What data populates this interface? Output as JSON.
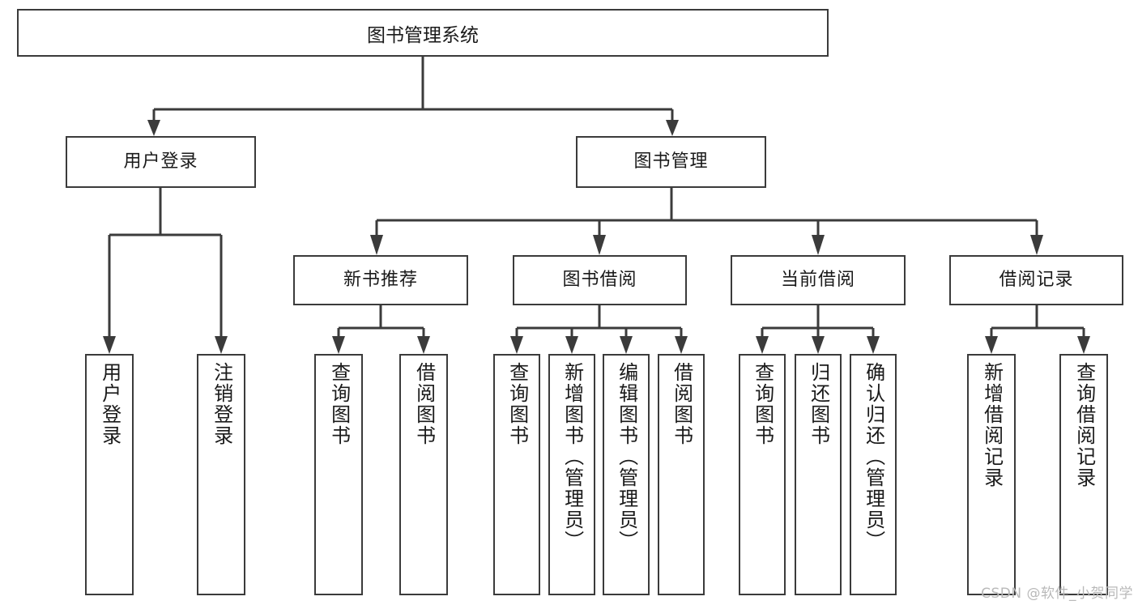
{
  "diagram": {
    "type": "tree-hierarchy-diagram",
    "title": "图书管理系统",
    "root": {
      "id": "root",
      "label": "图书管理系统"
    },
    "level2": [
      {
        "id": "user-login",
        "label": "用户登录"
      },
      {
        "id": "book-management",
        "label": "图书管理"
      }
    ],
    "level3": [
      {
        "id": "new-book-recommend",
        "label": "新书推荐",
        "parent": "book-management"
      },
      {
        "id": "book-borrow",
        "label": "图书借阅",
        "parent": "book-management"
      },
      {
        "id": "current-borrow",
        "label": "当前借阅",
        "parent": "book-management"
      },
      {
        "id": "borrow-record",
        "label": "借阅记录",
        "parent": "book-management"
      }
    ],
    "leaves": {
      "user-login": [
        {
          "id": "leaf-user-login",
          "label": "用户登录"
        },
        {
          "id": "leaf-user-logout",
          "label": "注销登录"
        }
      ],
      "new-book-recommend": [
        {
          "id": "leaf-query-book-1",
          "label": "查询图书"
        },
        {
          "id": "leaf-borrow-book-1",
          "label": "借阅图书"
        }
      ],
      "book-borrow": [
        {
          "id": "leaf-query-book-2",
          "label": "查询图书"
        },
        {
          "id": "leaf-add-book-admin",
          "label": "新增图书（管理员）"
        },
        {
          "id": "leaf-edit-book-admin",
          "label": "编辑图书（管理员）"
        },
        {
          "id": "leaf-borrow-book-2",
          "label": "借阅图书"
        }
      ],
      "current-borrow": [
        {
          "id": "leaf-query-book-3",
          "label": "查询图书"
        },
        {
          "id": "leaf-return-book",
          "label": "归还图书"
        },
        {
          "id": "leaf-confirm-return-admin",
          "label": "确认归还（管理员）"
        }
      ],
      "borrow-record": [
        {
          "id": "leaf-add-borrow-record",
          "label": "新增借阅记录"
        },
        {
          "id": "leaf-query-borrow-record",
          "label": "查询借阅记录"
        }
      ]
    }
  },
  "watermark": {
    "text": "CSDN @软件_小贺同学"
  },
  "colors": {
    "stroke": "#3b3b3b",
    "background": "#ffffff",
    "text": "#1a1a1a",
    "watermark": "#b9b9b9"
  }
}
